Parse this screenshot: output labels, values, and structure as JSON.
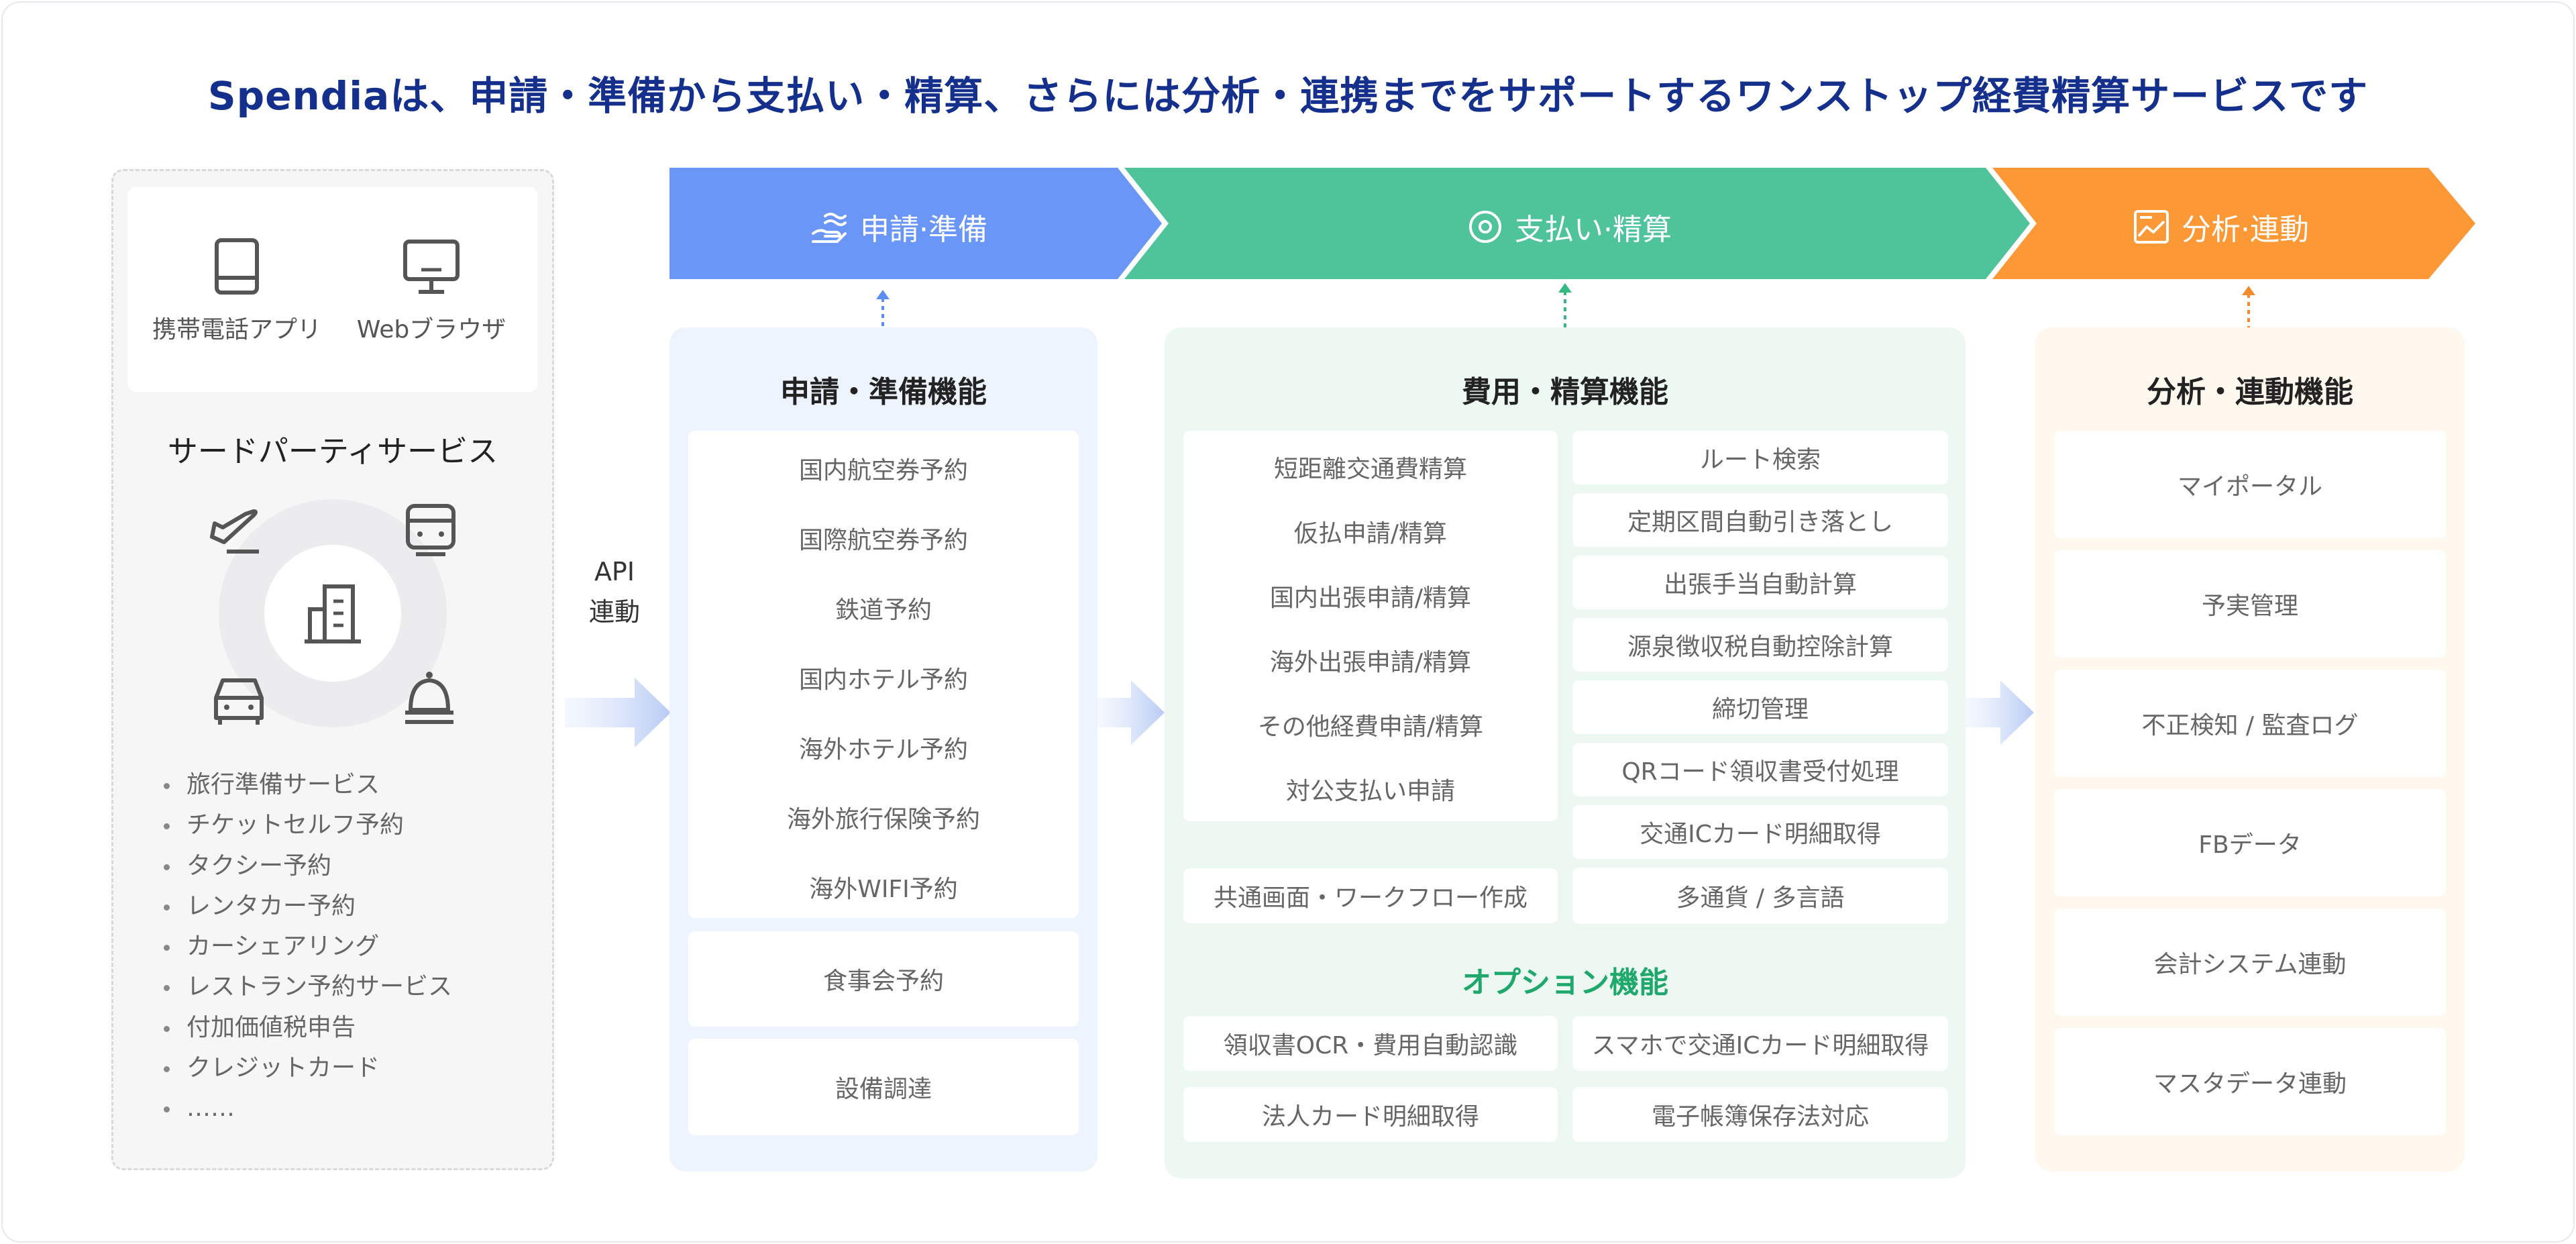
{
  "headline": "Spendiaは、申請・準備から支払い・精算、さらには分析・連携までをサポートするワンストップ経費精算サービスです",
  "colors": {
    "blue": "#6a97f7",
    "green": "#4fc49a",
    "orange": "#fd9837",
    "title_navy": "#14308c",
    "option_green": "#1fa86c"
  },
  "devices": [
    {
      "label": "携帯電話アプリ",
      "icon": "mobile-icon"
    },
    {
      "label": "Webブラウザ",
      "icon": "monitor-icon"
    }
  ],
  "third_party": {
    "title": "サードパーティサービス",
    "icons": [
      "airplane-icon",
      "train-icon",
      "building-icon",
      "car-icon",
      "bell-icon"
    ],
    "items": [
      "旅行準備サービス",
      "チケットセルフ予約",
      "タクシー予約",
      "レンタカー予約",
      "カーシェアリング",
      "レストラン予約サービス",
      "付加価値税申告",
      "クレジットカード",
      "……"
    ]
  },
  "api_label": [
    "API",
    "連動"
  ],
  "stages": [
    {
      "label": "申請·準備",
      "icon": "hand-icon"
    },
    {
      "label": "支払い·精算",
      "icon": "target-icon"
    },
    {
      "label": "分析·連動",
      "icon": "chart-image-icon"
    }
  ],
  "apply": {
    "title": "申請・準備機能",
    "main_items": [
      "国内航空券予約",
      "国際航空券予約",
      "鉄道予約",
      "国内ホテル予約",
      "海外ホテル予約",
      "海外旅行保険予約",
      "海外WIFI予約"
    ],
    "extra_items": [
      "食事会予約",
      "設備調達"
    ]
  },
  "expense": {
    "title": "費用・精算機能",
    "left_items": [
      "短距離交通費精算",
      "仮払申請/精算",
      "国内出張申請/精算",
      "海外出張申請/精算",
      "その他経費申請/精算",
      "対公支払い申請"
    ],
    "common_item": "共通画面・ワークフロー作成",
    "right_items": [
      "ルート検索",
      "定期区間自動引き落とし",
      "出張手当自動計算",
      "源泉徴収税自動控除計算",
      "締切管理",
      "QRコード領収書受付処理",
      "交通ICカード明細取得",
      "多通貨 / 多言語"
    ],
    "option_title": "オプション機能",
    "option_items": [
      "領収書OCR・費用自動認識",
      "スマホで交通ICカード明細取得",
      "法人カード明細取得",
      "電子帳簿保存法対応"
    ]
  },
  "analysis": {
    "title": "分析・連動機能",
    "items": [
      "マイポータル",
      "予実管理",
      "不正検知 / 監査ログ",
      "FBデータ",
      "会計システム連動",
      "マスタデータ連動"
    ]
  }
}
